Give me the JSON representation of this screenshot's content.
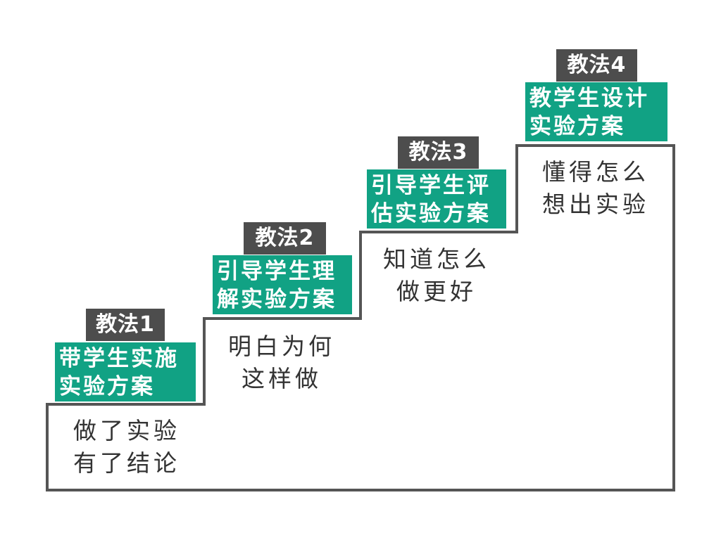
{
  "colors": {
    "tag_background": "#4d4d4d",
    "method_background": "#11a284",
    "stair_outline": "#555555",
    "outcome_text": "#333333"
  },
  "steps": [
    {
      "tag": "教法1",
      "method_lines": [
        "带学生实施",
        "实验方案"
      ],
      "outcome_lines": [
        "做了实验",
        "有了结论"
      ]
    },
    {
      "tag": "教法2",
      "method_lines": [
        "引导学生理",
        "解实验方案"
      ],
      "outcome_lines": [
        "明白为何",
        "这样做"
      ]
    },
    {
      "tag": "教法3",
      "method_lines": [
        "引导学生评",
        "估实验方案"
      ],
      "outcome_lines": [
        "知道怎么",
        "做更好"
      ]
    },
    {
      "tag": "教法4",
      "method_lines": [
        "教学生设计",
        "实验方案"
      ],
      "outcome_lines": [
        "懂得怎么",
        "想出实验"
      ]
    }
  ]
}
